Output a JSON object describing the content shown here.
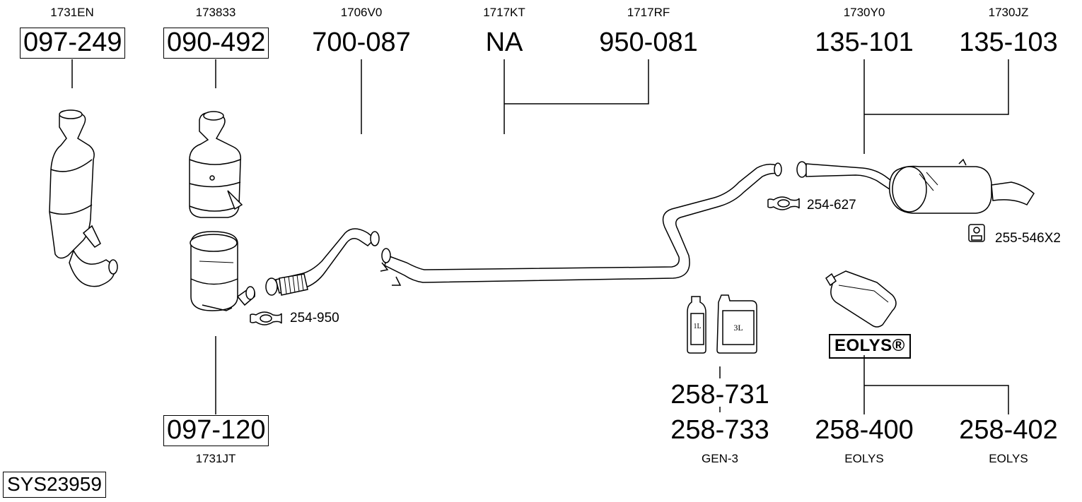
{
  "parts": {
    "cat1": {
      "oe": "1731EN",
      "number": "097-249"
    },
    "cat2": {
      "oe": "173833",
      "number": "090-492"
    },
    "dpf": {
      "oe": "1731JT",
      "number": "097-120"
    },
    "front": {
      "oe": "1706V0",
      "number": "700-087"
    },
    "mid1": {
      "oe": "1717KT",
      "number": "NA"
    },
    "mid2": {
      "oe": "1717RF",
      "number": "950-081"
    },
    "rear1": {
      "oe": "1730Y0",
      "number": "135-101"
    },
    "rear2": {
      "oe": "1730JZ",
      "number": "135-103"
    }
  },
  "clamps": {
    "front_clamp": "254-950",
    "rear_clamp": "254-627",
    "rubber": "255-546X2"
  },
  "fluids": {
    "bottle_small_label": "1L",
    "bottle_large_label": "3L",
    "number1": "258-731",
    "number2": "258-733",
    "type": "GEN-3"
  },
  "eolys": {
    "brand": "EOLYS®",
    "number1": "258-400",
    "type1": "EOLYS",
    "number2": "258-402",
    "type2": "EOLYS"
  },
  "system_id": "SYS23959"
}
